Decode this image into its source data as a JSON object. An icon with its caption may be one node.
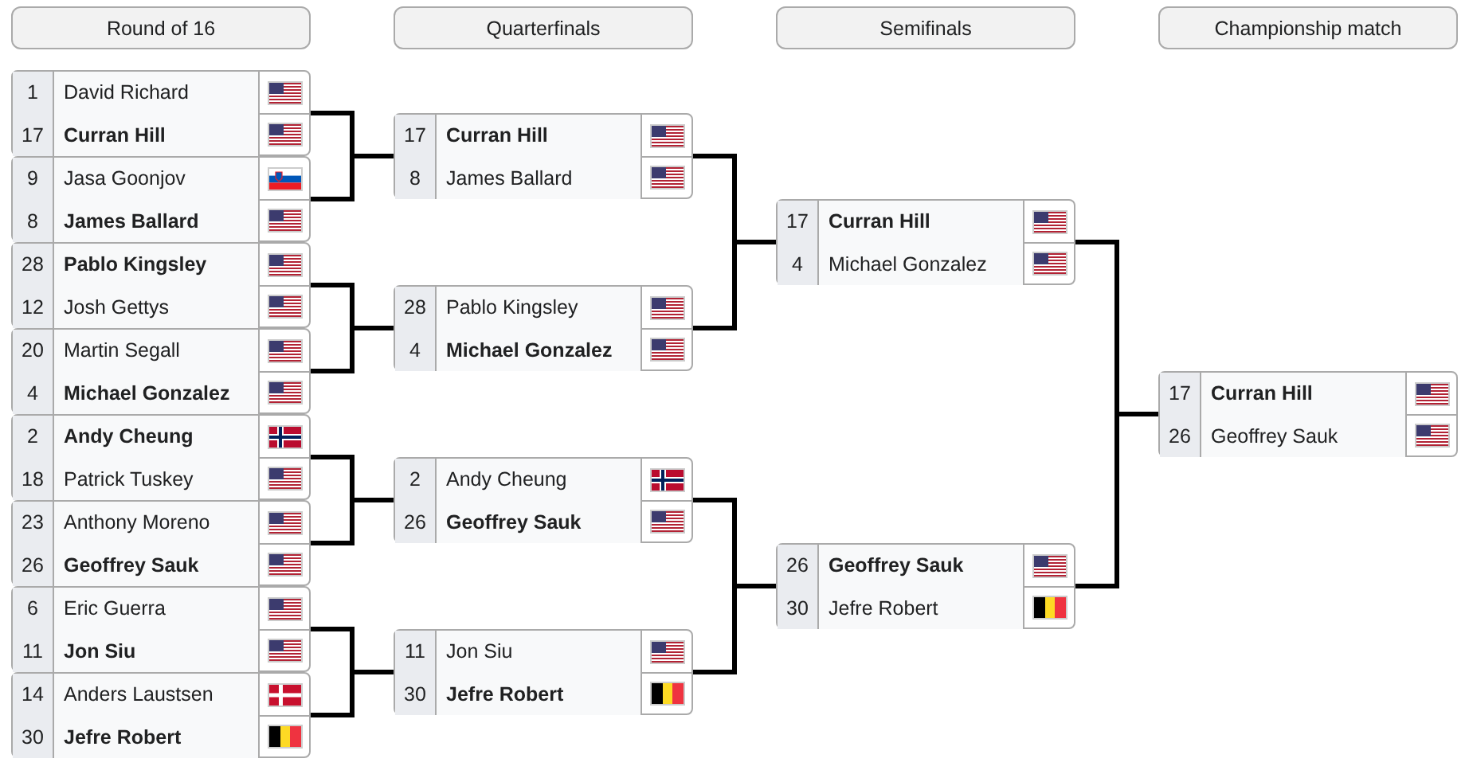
{
  "diagram": {
    "nodes": [
      {
        "text": [
          "Round of 16"
        ]
      },
      {
        "text": [
          "Quarterfinals"
        ]
      },
      {
        "text": [
          "Semifinals"
        ]
      },
      {
        "text": [
          "Championship match"
        ]
      },
      {
        "text": [],
        "shape": "box"
      },
      {
        "text": [
          "1",
          "David Richard"
        ],
        "in": 4
      },
      {
        "text": [
          "17",
          "Curran Hill"
        ],
        "in": 4
      },
      {
        "text": [],
        "shape": "box"
      },
      {
        "text": [
          "9",
          "Jasa Goonjov"
        ],
        "in": 7
      },
      {
        "text": [
          "8",
          "James Ballard"
        ],
        "in": 7
      },
      {
        "text": [],
        "shape": "box"
      },
      {
        "text": [
          "28",
          "Pablo Kingsley"
        ],
        "in": 10
      },
      {
        "text": [
          "12",
          "Josh Gettys"
        ],
        "in": 10
      },
      {
        "text": [],
        "shape": "box"
      },
      {
        "text": [
          "20",
          "Martin Segall"
        ],
        "in": 13
      },
      {
        "text": [
          "4",
          "Michael Gonzalez"
        ],
        "in": 13
      },
      {
        "text": [],
        "shape": "box"
      },
      {
        "text": [
          "2",
          "Andy Cheung"
        ],
        "in": 16
      },
      {
        "text": [
          "18",
          "Patrick Tuskey"
        ],
        "in": 16
      },
      {
        "text": [],
        "shape": "box"
      },
      {
        "text": [
          "23",
          "Anthony Moreno"
        ],
        "in": 19
      },
      {
        "text": [
          "26",
          "Geoffrey Sauk"
        ],
        "in": 19
      },
      {
        "text": [],
        "shape": "box"
      },
      {
        "text": [
          "6",
          "Eric Guerra"
        ],
        "in": 22
      },
      {
        "text": [
          "11",
          "Jon Siu"
        ],
        "in": 22
      },
      {
        "text": [],
        "shape": "box"
      },
      {
        "text": [
          "14",
          "Anders Laustsen"
        ],
        "in": 25
      },
      {
        "text": [
          "30",
          "Jefre Robert"
        ],
        "in": 25
      },
      {
        "text": [],
        "shape": "box"
      },
      {
        "text": [
          "17",
          "Curran Hill"
        ],
        "in": 28
      },
      {
        "text": [
          "8",
          "James Ballard"
        ],
        "in": 28
      },
      {
        "text": [],
        "shape": "box"
      },
      {
        "text": [
          "28",
          "Pablo Kingsley"
        ],
        "in": 31
      },
      {
        "text": [
          "4",
          "Michael Gonzalez"
        ],
        "in": 31
      },
      {
        "text": [],
        "shape": "box"
      },
      {
        "text": [
          "2",
          "Andy Cheung"
        ],
        "in": 34
      },
      {
        "text": [
          "26",
          "Geoffrey Sauk"
        ],
        "in": 34
      },
      {
        "text": [],
        "shape": "box"
      },
      {
        "text": [
          "11",
          "Jon Siu"
        ],
        "in": 37
      },
      {
        "text": [
          "30",
          "Jefre Robert"
        ],
        "in": 37
      },
      {
        "text": [],
        "shape": "box"
      },
      {
        "text": [
          "17",
          "Curran Hill"
        ],
        "in": 40
      },
      {
        "text": [
          "4",
          "Michael Gonzalez"
        ],
        "in": 40
      },
      {
        "text": [],
        "shape": "box"
      },
      {
        "text": [
          "26",
          "Geoffrey Sauk"
        ],
        "in": 43
      },
      {
        "text": [
          "30",
          "Jefre Robert"
        ],
        "in": 43
      },
      {
        "text": [],
        "shape": "box"
      },
      {
        "text": [
          "17",
          "Curran Hill"
        ],
        "in": 46
      },
      {
        "text": [
          "26",
          "Geoffrey Sauk"
        ],
        "in": 46
      }
    ],
    "edges": [
      {
        "from": 4,
        "to": 28,
        "arrow": "none"
      },
      {
        "from": 7,
        "to": 28,
        "arrow": "none"
      },
      {
        "from": 10,
        "to": 31,
        "arrow": "none"
      },
      {
        "from": 13,
        "to": 31,
        "arrow": "none"
      },
      {
        "from": 16,
        "to": 34,
        "arrow": "none"
      },
      {
        "from": 19,
        "to": 34,
        "arrow": "none"
      },
      {
        "from": 22,
        "to": 37,
        "arrow": "none"
      },
      {
        "from": 25,
        "to": 37,
        "arrow": "none"
      },
      {
        "from": 28,
        "to": 40,
        "arrow": "none"
      },
      {
        "from": 31,
        "to": 40,
        "arrow": "none"
      },
      {
        "from": 34,
        "to": 43,
        "arrow": "none"
      },
      {
        "from": 37,
        "to": 43,
        "arrow": "none"
      },
      {
        "from": 40,
        "to": 46,
        "arrow": "none"
      },
      {
        "from": 43,
        "to": 46,
        "arrow": "none"
      }
    ]
  }
}
